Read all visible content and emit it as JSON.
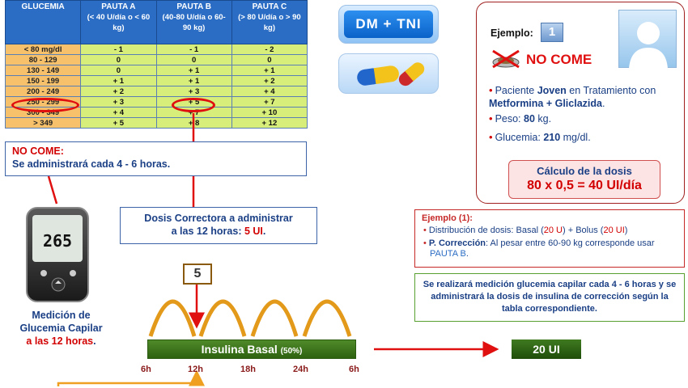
{
  "table": {
    "headers": [
      {
        "title": "GLUCEMIA",
        "sub": ""
      },
      {
        "title": "PAUTA A",
        "sub": "(< 40 U/día o < 60 kg)"
      },
      {
        "title": "PAUTA B",
        "sub": "(40-80 U/día o 60-90 kg)"
      },
      {
        "title": "PAUTA C",
        "sub": "(> 80 U/día o > 90 kg)"
      }
    ],
    "rows": [
      {
        "g": "< 80 mg/dl",
        "a": "- 1",
        "b": "- 1",
        "c": "- 2"
      },
      {
        "g": "80 - 129",
        "a": "0",
        "b": "0",
        "c": "0"
      },
      {
        "g": "130 - 149",
        "a": "0",
        "b": "+ 1",
        "c": "+ 1"
      },
      {
        "g": "150 - 199",
        "a": "+ 1",
        "b": "+ 1",
        "c": "+ 2"
      },
      {
        "g": "200 - 249",
        "a": "+ 2",
        "b": "+ 3",
        "c": "+ 4"
      },
      {
        "g": "250 - 299",
        "a": "+ 3",
        "b": "+ 5",
        "c": "+ 7"
      },
      {
        "g": "300 - 349",
        "a": "+ 4",
        "b": "+ 7",
        "c": "+ 10"
      },
      {
        "g": "> 349",
        "a": "+ 5",
        "b": "+ 8",
        "c": "+ 12"
      }
    ]
  },
  "nocome_box": {
    "title": "NO COME:",
    "text": "Se administrará cada 4 - 6 horas."
  },
  "badge": "DM + TNI",
  "example": {
    "label": "Ejemplo:",
    "number": "1",
    "nocome": "NO COME",
    "b1_pre": "Paciente ",
    "b1_bold1": "Joven",
    "b1_mid": " en Tratamiento con ",
    "b1_bold2": "Metformina + Gliclazida",
    "b1_end": ".",
    "b2_pre": "Peso: ",
    "b2_bold": "80",
    "b2_end": " kg.",
    "b3_pre": "Glucemia: ",
    "b3_bold": "210",
    "b3_end": " mg/dl.",
    "dose_title": "Cálculo de la dosis",
    "dose_value": "80 x 0,5 = 40 UI/día"
  },
  "ejemplo1": {
    "heading": "Ejemplo (1):",
    "r1_pre": "Distribución de dosis: Basal (",
    "r1_v1": "20 U",
    "r1_mid": ") + Bolus (",
    "r1_v2": "20 UI",
    "r1_end": ")",
    "r2_bold": "P. Corrección",
    "r2_text": ": Al pesar entre 60-90 kg corresponde usar ",
    "r2_pauta": "PAUTA B",
    "r2_end": "."
  },
  "green_box": "Se realizará medición glucemia capilar cada 4 - 6 horas y se administrará la dosis de insulina de corrección según la tabla correspondiente.",
  "dosis": {
    "line1": "Dosis Correctora a administrar",
    "line2_pre": "a las 12 horas: ",
    "line2_val": "5 UI",
    "line2_end": "."
  },
  "meter": {
    "reading": "265",
    "caption1": "Medición de",
    "caption2": "Glucemia Capilar",
    "caption3": "a las 12 horas",
    "caption3_end": "."
  },
  "timeline": {
    "bolus_value": "5",
    "basal_label": "Insulina Basal",
    "basal_pct": "(50%)",
    "ticks": [
      "6h",
      "12h",
      "18h",
      "24h",
      "6h"
    ],
    "result": "20 UI"
  },
  "colors": {
    "red": "#d20000",
    "navy": "#1a3f85",
    "header_blue": "#2b6dc4",
    "glucose_orange": "#f7c16b",
    "value_green": "#d7ef7a",
    "basal_green": "#3f7a20",
    "arc_orange": "#f0a020"
  }
}
